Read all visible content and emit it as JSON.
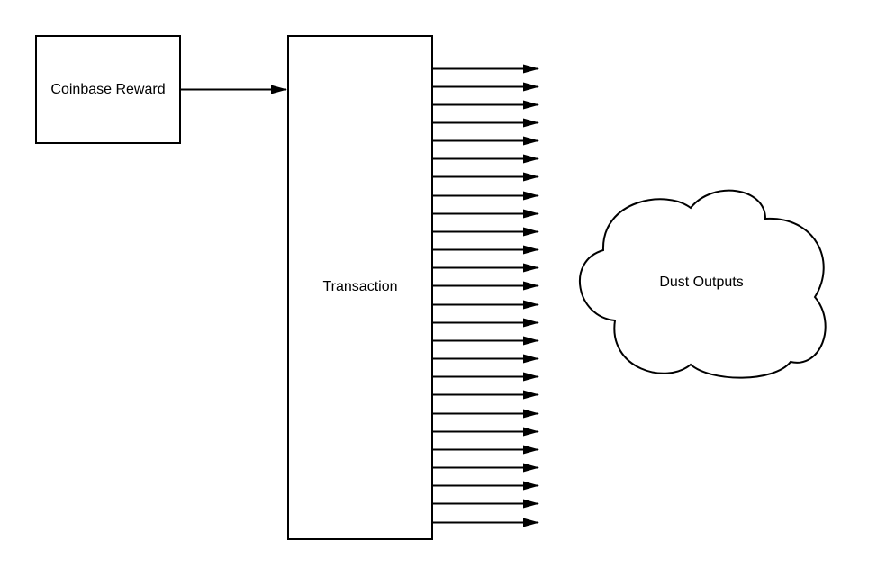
{
  "diagram": {
    "nodes": [
      {
        "id": "coinbase",
        "label": "Coinbase Reward",
        "shape": "rectangle"
      },
      {
        "id": "transaction",
        "label": "Transaction",
        "shape": "rectangle"
      },
      {
        "id": "dust",
        "label": "Dust Outputs",
        "shape": "cloud"
      }
    ],
    "edges": [
      {
        "from": "coinbase",
        "to": "transaction",
        "type": "arrow"
      }
    ],
    "transaction_output_arrow_count": 26,
    "colors": {
      "stroke": "#000000",
      "fill": "#ffffff"
    }
  }
}
